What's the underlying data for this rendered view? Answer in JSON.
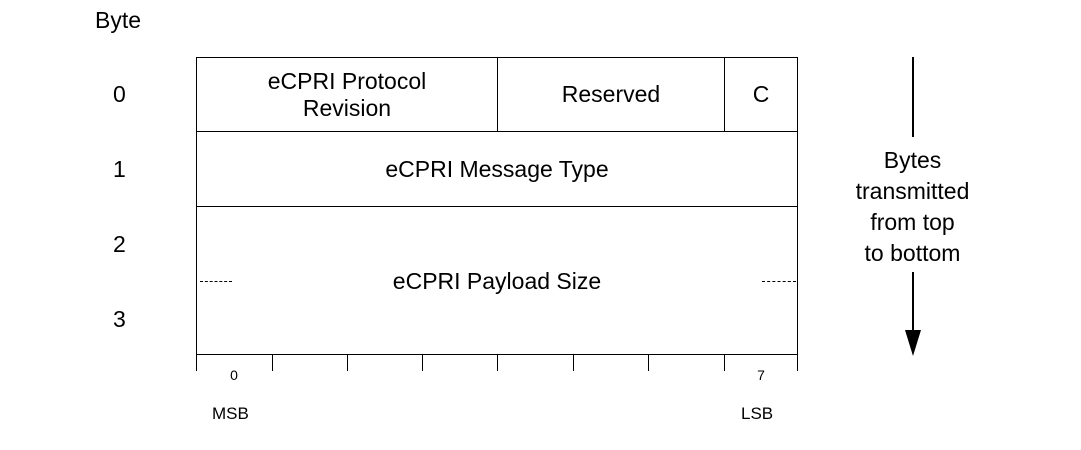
{
  "header": {
    "byte_label": "Byte"
  },
  "rows": [
    {
      "index": "0"
    },
    {
      "index": "1"
    },
    {
      "index": "2"
    },
    {
      "index": "3"
    }
  ],
  "fields": {
    "protocol_revision": [
      "eCPRI Protocol",
      "Revision"
    ],
    "reserved": "Reserved",
    "c_bit": "C",
    "message_type": "eCPRI Message Type",
    "payload_size": "eCPRI Payload Size"
  },
  "bit_axis": {
    "first_bit": "0",
    "last_bit": "7",
    "msb": "MSB",
    "lsb": "LSB"
  },
  "transmission": {
    "lines": [
      "Bytes",
      "transmitted",
      "from top",
      "to bottom"
    ]
  }
}
